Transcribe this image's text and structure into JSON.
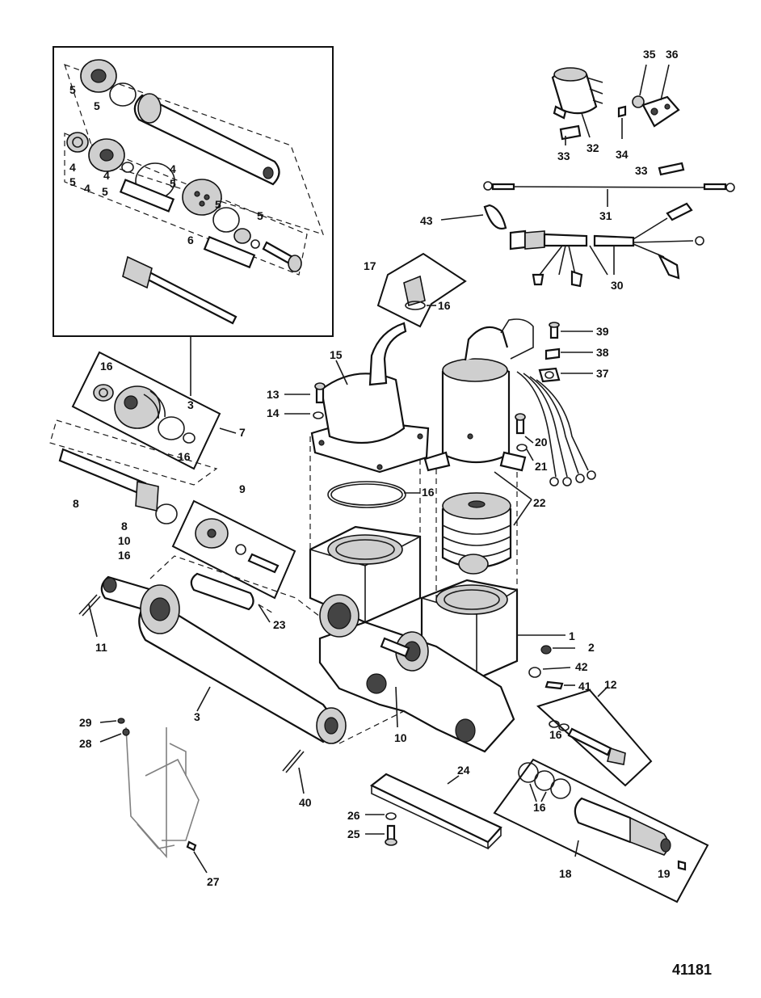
{
  "figure_number": "41181",
  "callouts": {
    "c1": "1",
    "c2": "2",
    "c3a": "3",
    "c3b": "3",
    "c4a": "4",
    "c4b": "4",
    "c4c": "4",
    "c4d": "4",
    "c5a": "5",
    "c5b": "5",
    "c5c": "5",
    "c5d": "5",
    "c5e": "5",
    "c5f": "5",
    "c5g": "5",
    "c6": "6",
    "c7": "7",
    "c8a": "8",
    "c8b": "8",
    "c9": "9",
    "c10a": "10",
    "c10b": "10",
    "c11": "11",
    "c12": "12",
    "c13": "13",
    "c14": "14",
    "c15": "15",
    "c16a": "16",
    "c16b": "16",
    "c16c": "16",
    "c16d": "16",
    "c16e": "16",
    "c16f": "16",
    "c16g": "16",
    "c17": "17",
    "c18": "18",
    "c19": "19",
    "c20": "20",
    "c21": "21",
    "c22": "22",
    "c23": "23",
    "c24": "24",
    "c25": "25",
    "c26": "26",
    "c27": "27",
    "c28": "28",
    "c29": "29",
    "c30": "30",
    "c31": "31",
    "c32": "32",
    "c33a": "33",
    "c33b": "33",
    "c34": "34",
    "c35": "35",
    "c36": "36",
    "c37": "37",
    "c38": "38",
    "c39": "39",
    "c40": "40",
    "c41": "41",
    "c42": "42",
    "c43": "43"
  }
}
